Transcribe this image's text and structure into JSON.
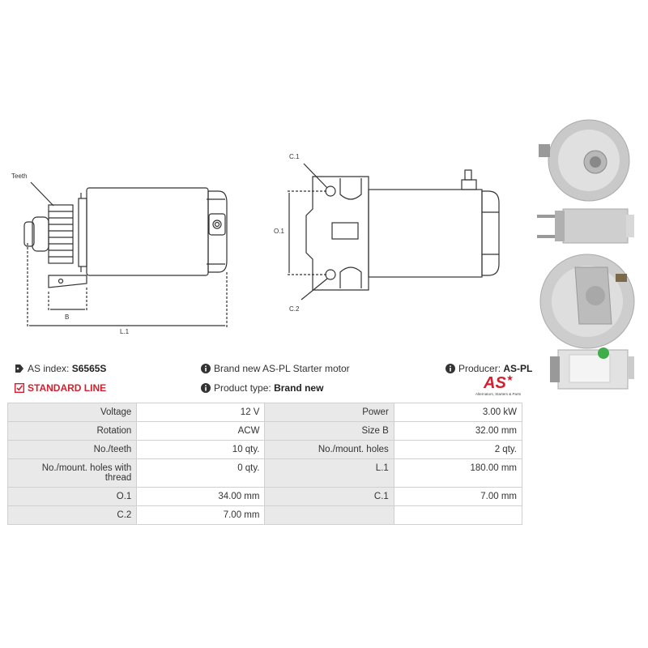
{
  "drawing": {
    "labels": {
      "teeth": "Teeth",
      "b": "B",
      "l1": "L.1",
      "c1": "C.1",
      "o1": "O.1",
      "c2": "C.2"
    }
  },
  "meta": {
    "index_label": "AS index:",
    "index_value": "S6565S",
    "standard_line": "STANDARD LINE",
    "brand_new_text": "Brand new AS-PL Starter motor",
    "product_type_label": "Product type:",
    "product_type_value": "Brand new",
    "producer_label": "Producer:",
    "producer_value": "AS-PL",
    "logo_text": "AS",
    "logo_tagline": "Alternators, Starters & Parts"
  },
  "specs": [
    {
      "l1": "Voltage",
      "v1": "12 V",
      "l2": "Power",
      "v2": "3.00 kW"
    },
    {
      "l1": "Rotation",
      "v1": "ACW",
      "l2": "Size B",
      "v2": "32.00 mm"
    },
    {
      "l1": "No./teeth",
      "v1": "10 qty.",
      "l2": "No./mount. holes",
      "v2": "2 qty."
    },
    {
      "l1": "No./mount. holes with thread",
      "v1": "0 qty.",
      "l2": "L.1",
      "v2": "180.00 mm"
    },
    {
      "l1": "O.1",
      "v1": "34.00 mm",
      "l2": "C.1",
      "v2": "7.00 mm"
    },
    {
      "l1": "C.2",
      "v1": "7.00 mm",
      "l2": "",
      "v2": ""
    }
  ],
  "colors": {
    "accent_red": "#d3202f",
    "label_bg": "#e9e9e9"
  }
}
